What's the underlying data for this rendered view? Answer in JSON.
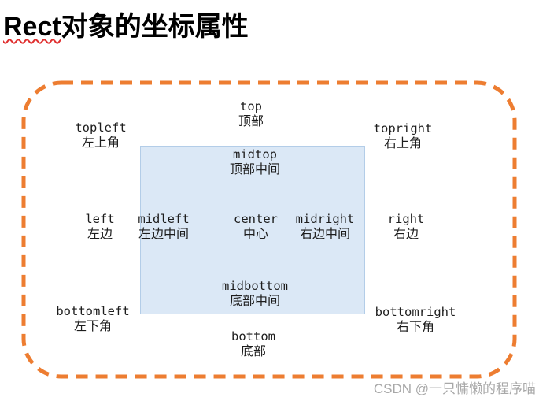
{
  "title": {
    "highlight": "Rect",
    "rest": "对象的坐标属性"
  },
  "colors": {
    "frame_dash": "#ED7D31",
    "rect_fill": "#DBE8F6",
    "rect_border": "#B3CDE8",
    "label_text": "#1D1D1D",
    "watermark_text": "#A8A8A8",
    "title_underline": "#E03131"
  },
  "labels": [
    {
      "key": "top",
      "en": "top",
      "zh": "顶部"
    },
    {
      "key": "topleft",
      "en": "topleft",
      "zh": "左上角"
    },
    {
      "key": "topright",
      "en": "topright",
      "zh": "右上角"
    },
    {
      "key": "midtop",
      "en": "midtop",
      "zh": "顶部中间"
    },
    {
      "key": "left",
      "en": "left",
      "zh": "左边"
    },
    {
      "key": "midleft",
      "en": "midleft",
      "zh": "左边中间"
    },
    {
      "key": "center",
      "en": "center",
      "zh": "中心"
    },
    {
      "key": "midright",
      "en": "midright",
      "zh": "右边中间"
    },
    {
      "key": "right",
      "en": "right",
      "zh": "右边"
    },
    {
      "key": "midbottom",
      "en": "midbottom",
      "zh": "底部中间"
    },
    {
      "key": "bottomleft",
      "en": "bottomleft",
      "zh": "左下角"
    },
    {
      "key": "bottomright",
      "en": "bottomright",
      "zh": "右下角"
    },
    {
      "key": "bottom",
      "en": "bottom",
      "zh": "底部"
    }
  ],
  "watermark": "CSDN @一只慵懒的程序喵"
}
